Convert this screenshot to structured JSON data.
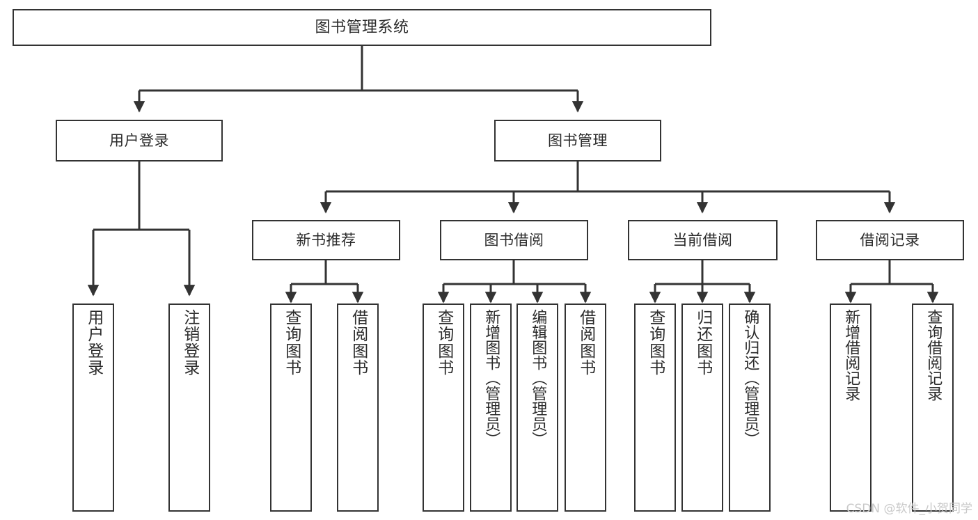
{
  "diagram": {
    "type": "tree-hierarchy",
    "title": "图书管理系统",
    "watermark": "CSDN @软件_小贺同学",
    "colors": {
      "box_border": "#333333",
      "box_fill": "#ffffff",
      "connector": "#333333",
      "text": "#2b2b2b",
      "watermark": "#c9c9c9",
      "background": "#ffffff"
    },
    "levels": [
      {
        "level": 1,
        "nodes": [
          {
            "id": "root",
            "label": "图书管理系统",
            "orientation": "horizontal"
          }
        ]
      },
      {
        "level": 2,
        "nodes": [
          {
            "id": "login",
            "label": "用户登录",
            "orientation": "horizontal",
            "parent": "root"
          },
          {
            "id": "bookmgmt",
            "label": "图书管理",
            "orientation": "horizontal",
            "parent": "root"
          }
        ]
      },
      {
        "level": 3,
        "nodes": [
          {
            "id": "newbook",
            "label": "新书推荐",
            "orientation": "horizontal",
            "parent": "bookmgmt"
          },
          {
            "id": "borrow",
            "label": "图书借阅",
            "orientation": "horizontal",
            "parent": "bookmgmt"
          },
          {
            "id": "current",
            "label": "当前借阅",
            "orientation": "horizontal",
            "parent": "bookmgmt"
          },
          {
            "id": "records",
            "label": "借阅记录",
            "orientation": "horizontal",
            "parent": "bookmgmt"
          }
        ]
      },
      {
        "level": 4,
        "nodes": [
          {
            "id": "leaf1",
            "label": "用户登录",
            "orientation": "vertical",
            "parent": "login"
          },
          {
            "id": "leaf2",
            "label": "注销登录",
            "orientation": "vertical",
            "parent": "login"
          },
          {
            "id": "leaf3",
            "label": "查询图书",
            "orientation": "vertical",
            "parent": "newbook"
          },
          {
            "id": "leaf4",
            "label": "借阅图书",
            "orientation": "vertical",
            "parent": "newbook"
          },
          {
            "id": "leaf5",
            "label": "查询图书",
            "orientation": "vertical",
            "parent": "borrow"
          },
          {
            "id": "leaf6",
            "label": "新增图书（管理员）",
            "orientation": "vertical",
            "parent": "borrow"
          },
          {
            "id": "leaf7",
            "label": "编辑图书（管理员）",
            "orientation": "vertical",
            "parent": "borrow"
          },
          {
            "id": "leaf8",
            "label": "借阅图书",
            "orientation": "vertical",
            "parent": "borrow"
          },
          {
            "id": "leaf9",
            "label": "查询图书",
            "orientation": "vertical",
            "parent": "current"
          },
          {
            "id": "leaf10",
            "label": "归还图书",
            "orientation": "vertical",
            "parent": "current"
          },
          {
            "id": "leaf11",
            "label": "确认归还（管理员）",
            "orientation": "vertical",
            "parent": "current"
          },
          {
            "id": "leaf12",
            "label": "新增借阅记录",
            "orientation": "vertical",
            "parent": "records"
          },
          {
            "id": "leaf13",
            "label": "查询借阅记录",
            "orientation": "vertical",
            "parent": "records"
          }
        ]
      }
    ]
  }
}
